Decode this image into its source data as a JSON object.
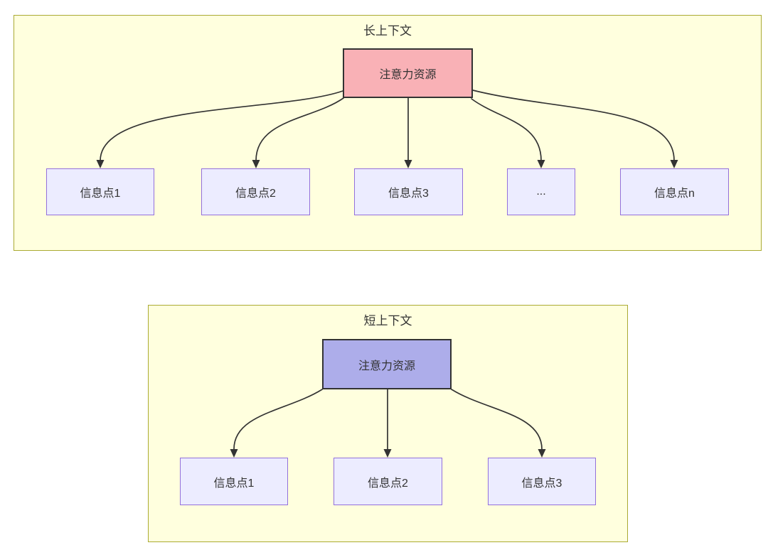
{
  "diagrams": [
    {
      "title": "长上下文",
      "source": {
        "label": "注意力资源",
        "fill": "#f9b1b6",
        "border": "#333333"
      },
      "targets": [
        {
          "label": "信息点1"
        },
        {
          "label": "信息点2"
        },
        {
          "label": "信息点3"
        },
        {
          "label": "..."
        },
        {
          "label": "信息点n"
        }
      ]
    },
    {
      "title": "短上下文",
      "source": {
        "label": "注意力资源",
        "fill": "#adadea",
        "border": "#333333"
      },
      "targets": [
        {
          "label": "信息点1"
        },
        {
          "label": "信息点2"
        },
        {
          "label": "信息点3"
        }
      ]
    }
  ],
  "colors": {
    "cluster_fill": "#ffffde",
    "cluster_border": "#aaaa33",
    "node_fill": "#ececff",
    "node_border": "#9370db",
    "edge": "#333333",
    "text": "#333333",
    "page_background": "#ffffff"
  }
}
